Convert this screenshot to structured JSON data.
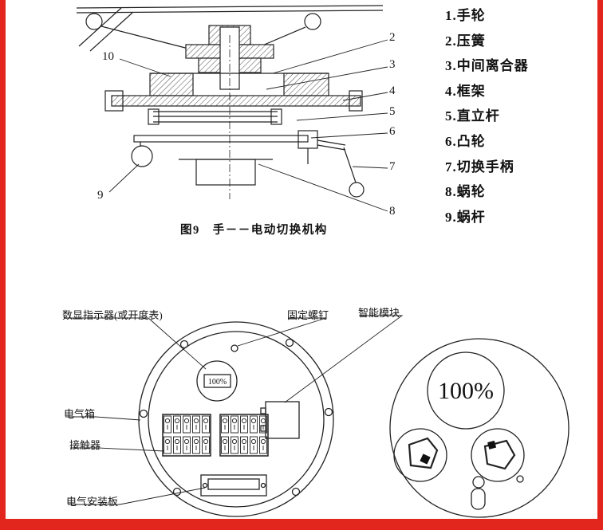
{
  "page": {
    "background": "#ffffff",
    "border_color": "#e2261d"
  },
  "figure9": {
    "caption": "图9　手－－电动切换机构",
    "callouts": {
      "c2": "2",
      "c3": "3",
      "c4": "4",
      "c5": "5",
      "c6": "6",
      "c7": "7",
      "c8": "8",
      "c9": "9",
      "c10": "10"
    },
    "legend": [
      "1.手轮",
      "2.压簧",
      "3.中间离合器",
      "4.框架",
      "5.直立杆",
      "6.凸轮",
      "7.切换手柄",
      "8.蜗轮",
      "9.蜗杆"
    ]
  },
  "electrical_box": {
    "labels": {
      "display": "数显指示器(或开度表)",
      "screw": "固定螺钉",
      "module": "智能模块",
      "box": "电气箱",
      "contactor": "接触器",
      "plate": "电气安装板"
    },
    "display_value": "100%"
  },
  "indicator": {
    "value": "100%"
  }
}
